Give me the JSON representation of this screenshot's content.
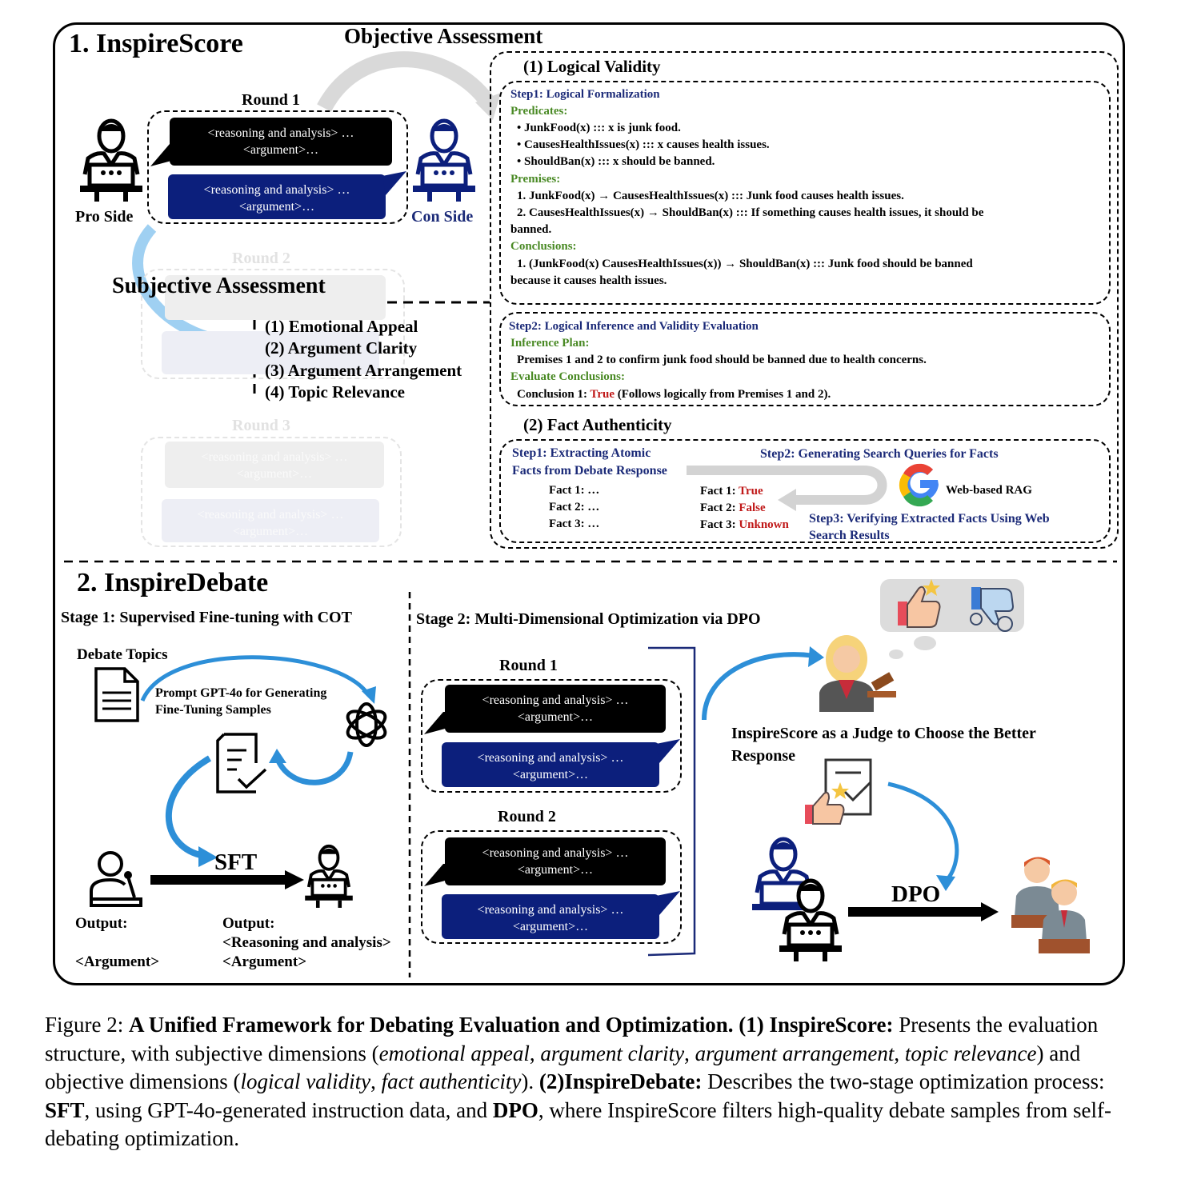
{
  "section1": {
    "title": "1. InspireScore",
    "objective_title": "Objective Assessment",
    "subjective_title": "Subjective Assessment",
    "round1": "Round 1",
    "round2": "Round 2",
    "round3": "Round 3",
    "pro_side": "Pro Side",
    "con_side": "Con Side",
    "bubble_line1": "<reasoning and analysis> …",
    "bubble_line2": "<argument>…",
    "subjective_items": [
      "(1) Emotional Appeal",
      "(2) Argument Clarity",
      "(3) Argument Arrangement",
      "(4) Topic Relevance"
    ],
    "logical_validity": {
      "title": "(1) Logical Validity",
      "step1": "Step1: Logical Formalization",
      "predicates_label": "Predicates:",
      "predicates": [
        "• JunkFood(x) ::: x is junk food.",
        "• CausesHealthIssues(x) ::: x causes health issues.",
        "• ShouldBan(x) ::: x should be banned."
      ],
      "premises_label": "Premises:",
      "premise1": "1. JunkFood(x) → CausesHealthIssues(x) ::: Junk food causes health issues.",
      "premise2a": "2. CausesHealthIssues(x) → ShouldBan(x) ::: If something causes health issues, it should be",
      "premise2b": "banned.",
      "conclusions_label": "Conclusions:",
      "conclusion_a": "1. (JunkFood(x) CausesHealthIssues(x)) → ShouldBan(x) ::: Junk food should be banned",
      "conclusion_b": "because it causes health issues.",
      "step2": "Step2: Logical Inference and Validity Evaluation",
      "inference_label": "Inference Plan:",
      "inference_text": "Premises 1 and 2 to confirm junk food should be banned due to health concerns.",
      "evaluate_label": "Evaluate Conclusions:",
      "eval_prefix": "Conclusion 1: ",
      "eval_true": "True",
      "eval_suffix": " (Follows logically from Premises 1 and 2)."
    },
    "fact_authenticity": {
      "title": "(2) Fact Authenticity",
      "step1_a": "Step1: Extracting Atomic",
      "step1_b": "Facts from Debate Response",
      "step2": "Step2: Generating Search Queries for Facts",
      "step3_a": "Step3: Verifying Extracted Facts Using Web",
      "step3_b": "Search Results",
      "facts_left": [
        "Fact 1: …",
        "Fact 2: …",
        "Fact 3: …"
      ],
      "facts_right_labels": [
        "Fact 1: ",
        "Fact 2: ",
        "Fact 3: "
      ],
      "facts_right_values": [
        "True",
        "False",
        "Unknown"
      ],
      "rag_label": "Web-based RAG"
    }
  },
  "section2": {
    "title": "2. InspireDebate",
    "stage1": "Stage 1: Supervised Fine-tuning with COT",
    "stage2": "Stage 2: Multi-Dimensional Optimization via DPO",
    "debate_topics": "Debate Topics",
    "prompt_a": "Prompt GPT-4o for Generating",
    "prompt_b": "Fine-Tuning Samples",
    "sft": "SFT",
    "output_left_a": "Output:",
    "output_left_b": "<Argument>",
    "output_right_a": "Output:",
    "output_right_b": "<Reasoning and analysis>",
    "output_right_c": "<Argument>",
    "round1": "Round 1",
    "round2": "Round 2",
    "judge_a": "InspireScore as a Judge to Choose the Better",
    "judge_b": "Response",
    "dpo": "DPO"
  },
  "caption": {
    "fig": "Figure 2: ",
    "bold_title": "A Unified Framework for Debating Evaluation and Optimization.",
    "p1_bold": " (1) InspireScore:",
    "p1_text": " Presents the evaluation structure, with subjective dimensions (",
    "i1": "emotional appeal",
    "c1": ", ",
    "i2": "argument clarity",
    "c2": ", ",
    "i3": "argument arrangement",
    "c3": ", ",
    "i4": "topic relevance",
    "p2": ") and objective dimensions (",
    "i5": "logical validity",
    "c4": ", ",
    "i6": "fact authenticity",
    "p3": "). ",
    "p2_bold": "(2)InspireDebate:",
    "p4": " Describes the two-stage optimization process: ",
    "sft_bold": "SFT",
    "p5": ", using GPT-4o-generated instruction data, and ",
    "dpo_bold": "DPO",
    "p6": ", where InspireScore filters high-quality debate samples from self-debating optimization."
  },
  "colors": {
    "navy": "#0c1f7c",
    "green": "#4a8a25",
    "red": "#c01818",
    "arrow_blue": "#2d8fd8",
    "arrow_gray": "#d0d0d0"
  },
  "icons": [
    "podium-speaker-icon",
    "google-logo-icon",
    "openai-logo-icon",
    "document-icon",
    "checklist-icon",
    "thumbs-up-icon",
    "thumbs-down-icon",
    "judge-icon",
    "review-icon",
    "user-microphone-icon",
    "speakers-icon"
  ]
}
